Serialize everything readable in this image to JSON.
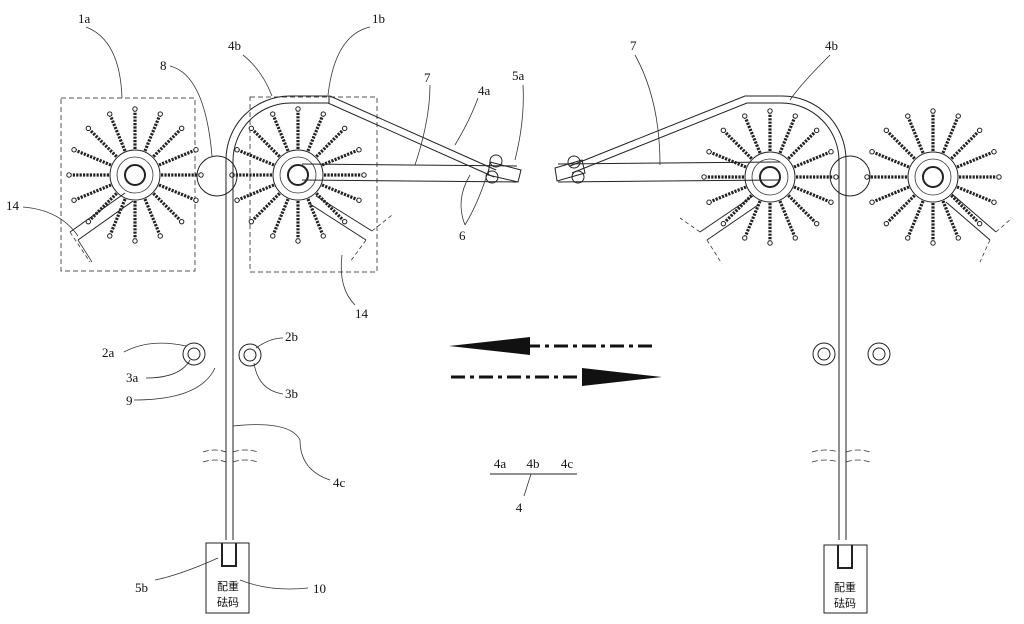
{
  "labels": {
    "l1a": "1a",
    "l1b": "1b",
    "l4b": "4b",
    "l8": "8",
    "l7": "7",
    "l4a": "4a",
    "l5a": "5a",
    "l6": "6",
    "l14a": "14",
    "l14b": "14",
    "l2a": "2a",
    "l3a": "3a",
    "l9": "9",
    "l2b": "2b",
    "l3b": "3b",
    "l4c": "4c",
    "l5b": "5b",
    "l10": "10",
    "r7": "7",
    "r4b": "4b"
  },
  "legend": {
    "a": "4a",
    "b": "4b",
    "c": "4c",
    "total": "4"
  },
  "weight": {
    "line1": "配重",
    "line2": "砝码"
  },
  "arrows": {
    "left": "left-arrow",
    "right": "right-arrow"
  },
  "colors": {
    "ink": "#111111",
    "spoke": "#222222",
    "box": "#555555"
  }
}
